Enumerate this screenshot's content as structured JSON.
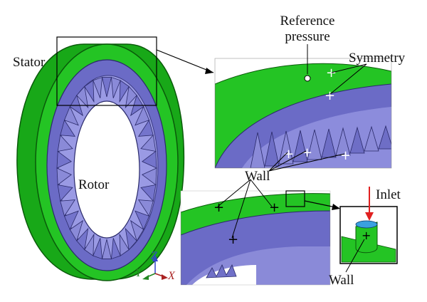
{
  "labels": {
    "stator": "Stator",
    "rotor": "Rotor",
    "reference_line1": "Reference",
    "reference_line2": "pressure",
    "symmetry": "Symmetry",
    "wall_top": "Wall",
    "inlet": "Inlet",
    "wall_bottom": "Wall"
  },
  "axes": {
    "z": "Z",
    "y": "Y",
    "x": "X"
  },
  "colors": {
    "stator_green": "#1fbf1f",
    "stator_dark": "#128a12",
    "rotor_purple": "#7b7bd0",
    "rotor_dark": "#4a4a9a",
    "inlet_blue": "#3aa0e0",
    "arrow_red": "#e02020",
    "z_axis": "#3344cc",
    "y_axis": "#228822",
    "x_axis": "#aa2222"
  }
}
